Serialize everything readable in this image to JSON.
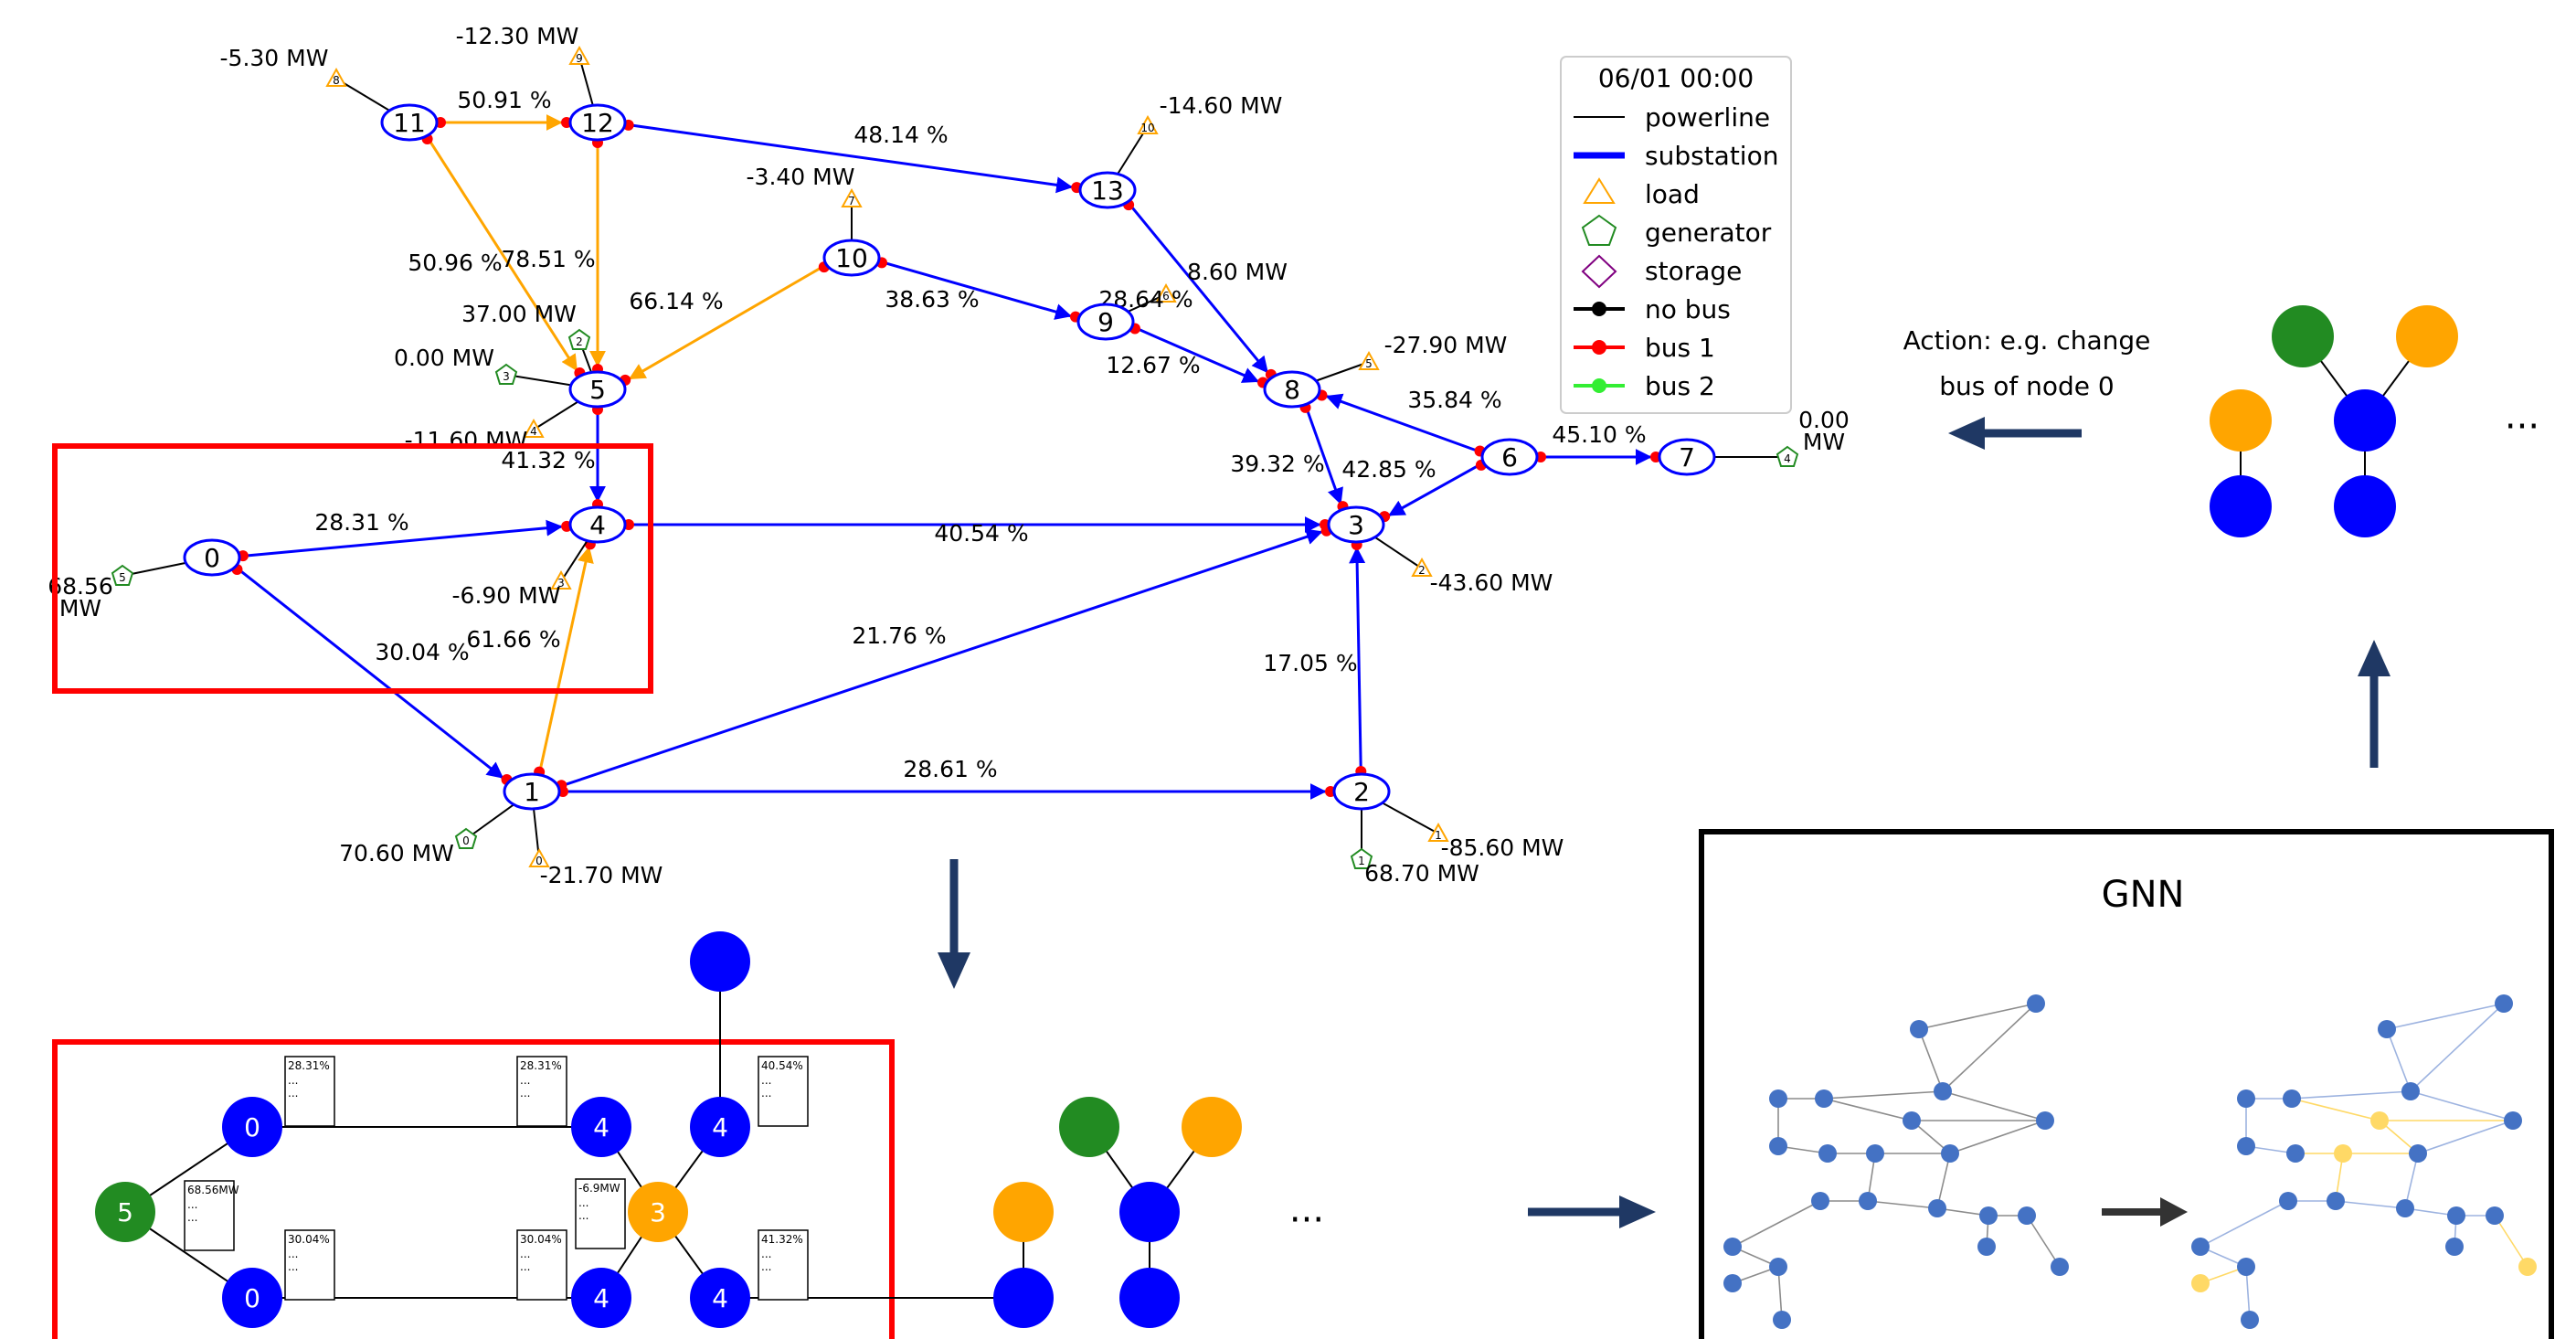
{
  "grid": {
    "substations": [
      {
        "id": "0",
        "label": "0"
      },
      {
        "id": "1",
        "label": "1"
      },
      {
        "id": "2",
        "label": "2"
      },
      {
        "id": "3",
        "label": "3"
      },
      {
        "id": "4",
        "label": "4"
      },
      {
        "id": "5",
        "label": "5"
      },
      {
        "id": "6",
        "label": "6"
      },
      {
        "id": "7",
        "label": "7"
      },
      {
        "id": "8",
        "label": "8"
      },
      {
        "id": "9",
        "label": "9"
      },
      {
        "id": "10",
        "label": "10"
      },
      {
        "id": "11",
        "label": "11"
      },
      {
        "id": "12",
        "label": "12"
      },
      {
        "id": "13",
        "label": "13"
      }
    ],
    "lines": [
      {
        "id": "l0_4",
        "from": "0",
        "to": "4",
        "label": "28.31 %",
        "color": "#0000ff"
      },
      {
        "id": "l0_1",
        "from": "0",
        "to": "1",
        "label": "30.04 %",
        "color": "#0000ff"
      },
      {
        "id": "l1_4",
        "from": "1",
        "to": "4",
        "label": "61.66 %",
        "color": "#ffa500"
      },
      {
        "id": "l1_3",
        "from": "1",
        "to": "3",
        "label": "21.76 %",
        "color": "#0000ff"
      },
      {
        "id": "l1_2",
        "from": "1",
        "to": "2",
        "label": "28.61 %",
        "color": "#0000ff"
      },
      {
        "id": "l2_3",
        "from": "2",
        "to": "3",
        "label": "17.05 %",
        "color": "#0000ff"
      },
      {
        "id": "l3_4",
        "from": "4",
        "to": "3",
        "label": "40.54 %",
        "color": "#0000ff"
      },
      {
        "id": "l4_5",
        "from": "5",
        "to": "4",
        "label": "41.32 %",
        "color": "#0000ff"
      },
      {
        "id": "l3_8",
        "from": "8",
        "to": "3",
        "label": "39.32 %",
        "color": "#0000ff"
      },
      {
        "id": "l3_6",
        "from": "6",
        "to": "3",
        "label": "42.85 %",
        "color": "#0000ff"
      },
      {
        "id": "l6_8",
        "from": "6",
        "to": "8",
        "label": "35.84 %",
        "color": "#0000ff"
      },
      {
        "id": "l6_7",
        "from": "6",
        "to": "7",
        "label": "45.10 %",
        "color": "#0000ff"
      },
      {
        "id": "l8_9",
        "from": "9",
        "to": "8",
        "label": "12.67 %",
        "color": "#0000ff"
      },
      {
        "id": "l9_10",
        "from": "10",
        "to": "9",
        "label": "38.63 %",
        "color": "#0000ff"
      },
      {
        "id": "l5_10",
        "from": "10",
        "to": "5",
        "label": "66.14 %",
        "color": "#ffa500"
      },
      {
        "id": "l5_11",
        "from": "11",
        "to": "5",
        "label": "50.96 %",
        "color": "#ffa500"
      },
      {
        "id": "l5_12",
        "from": "12",
        "to": "5",
        "label": "78.51 %",
        "color": "#ffa500"
      },
      {
        "id": "l11_12",
        "from": "11",
        "to": "12",
        "label": "50.91 %",
        "color": "#ffa500"
      },
      {
        "id": "l12_13",
        "from": "12",
        "to": "13",
        "label": "48.14 %",
        "color": "#0000ff"
      },
      {
        "id": "l13_8",
        "from": "13",
        "to": "8",
        "label": "",
        "color": "#0000ff"
      }
    ],
    "injections": [
      {
        "id": "g0",
        "kind": "generator",
        "at": "1",
        "num": "0",
        "label": "70.60 MW"
      },
      {
        "id": "ld0",
        "kind": "load",
        "at": "1",
        "num": "0",
        "label": "-21.70 MW"
      },
      {
        "id": "g1",
        "kind": "generator",
        "at": "2",
        "num": "1",
        "label": "68.70 MW"
      },
      {
        "id": "ld1",
        "kind": "load",
        "at": "2",
        "num": "1",
        "label": "-85.60 MW"
      },
      {
        "id": "ld2",
        "kind": "load",
        "at": "3",
        "num": "2",
        "label": "-43.60 MW"
      },
      {
        "id": "ld3",
        "kind": "load",
        "at": "4",
        "num": "3",
        "label": "-6.90 MW"
      },
      {
        "id": "ld4",
        "kind": "load",
        "at": "5",
        "num": "4",
        "label": "-11.60 MW"
      },
      {
        "id": "g2",
        "kind": "generator",
        "at": "5",
        "num": "2",
        "label": "37.00 MW"
      },
      {
        "id": "g3",
        "kind": "generator",
        "at": "5",
        "num": "3",
        "label": "0.00 MW"
      },
      {
        "id": "g4",
        "kind": "generator",
        "at": "7",
        "num": "4",
        "label": "0.00 MW"
      },
      {
        "id": "g5",
        "kind": "generator",
        "at": "0",
        "num": "5",
        "label": "68.56 MW"
      },
      {
        "id": "ld5",
        "kind": "load",
        "at": "8",
        "num": "5",
        "label": "-27.90 MW"
      },
      {
        "id": "ld6",
        "kind": "load",
        "at": "9",
        "num": "6",
        "label": "28.64 %"
      },
      {
        "id": "ld7",
        "kind": "load",
        "at": "10",
        "num": "7",
        "label": "-3.40 MW"
      },
      {
        "id": "ld8",
        "kind": "load",
        "at": "11",
        "num": "8",
        "label": "-5.30 MW"
      },
      {
        "id": "ld9",
        "kind": "load",
        "at": "12",
        "num": "9",
        "label": "-12.30 MW"
      },
      {
        "id": "ld10",
        "kind": "load",
        "at": "13",
        "num": "10",
        "label": "-14.60 MW"
      },
      {
        "id": "ld13",
        "kind": "load",
        "at": "8",
        "num": "",
        "label": "8.60 MW"
      }
    ],
    "legend": {
      "title": "06/01 00:00",
      "items": [
        {
          "name": "powerline",
          "label": "powerline"
        },
        {
          "name": "substation",
          "label": "substation"
        },
        {
          "name": "load",
          "label": "load"
        },
        {
          "name": "generator",
          "label": "generator"
        },
        {
          "name": "storage",
          "label": "storage"
        },
        {
          "name": "no-bus",
          "label": "no bus"
        },
        {
          "name": "bus-1",
          "label": "bus 1"
        },
        {
          "name": "bus-2",
          "label": "bus 2"
        }
      ]
    }
  },
  "action": {
    "line1": "Action: e.g. change",
    "line2": "bus of node 0"
  },
  "gnn": {
    "title": "GNN"
  },
  "graph_repr": {
    "nodes": [
      {
        "id": "g0a",
        "label": "0",
        "color": "#0000ff"
      },
      {
        "id": "g0b",
        "label": "0",
        "color": "#0000ff"
      },
      {
        "id": "g5",
        "label": "5",
        "color": "#228b22"
      },
      {
        "id": "g4a",
        "label": "4",
        "color": "#0000ff"
      },
      {
        "id": "g4b",
        "label": "4",
        "color": "#0000ff"
      },
      {
        "id": "g4c",
        "label": "4",
        "color": "#0000ff"
      },
      {
        "id": "g4d",
        "label": "4",
        "color": "#0000ff"
      },
      {
        "id": "g3",
        "label": "3",
        "color": "#ffa500"
      }
    ],
    "feature_boxes": [
      {
        "id": "fb1",
        "value": "28.31%"
      },
      {
        "id": "fb2",
        "value": "28.31%"
      },
      {
        "id": "fb3",
        "value": "40.54%"
      },
      {
        "id": "fb4",
        "value": "68.56MW"
      },
      {
        "id": "fb5",
        "value": "-6.9MW"
      },
      {
        "id": "fb6",
        "value": "30.04%"
      },
      {
        "id": "fb7",
        "value": "30.04%"
      },
      {
        "id": "fb8",
        "value": "41.32%"
      }
    ],
    "ellipsis": "...",
    "dots": "···"
  },
  "colors": {
    "blue": "#0000ff",
    "orange": "#ffa500",
    "green": "#228b22",
    "red": "#ff0000",
    "gnn_node": "#4472c4",
    "gnn_yellow": "#ffd966",
    "highlight": "#ff0000",
    "arrow": "#1f3864"
  }
}
